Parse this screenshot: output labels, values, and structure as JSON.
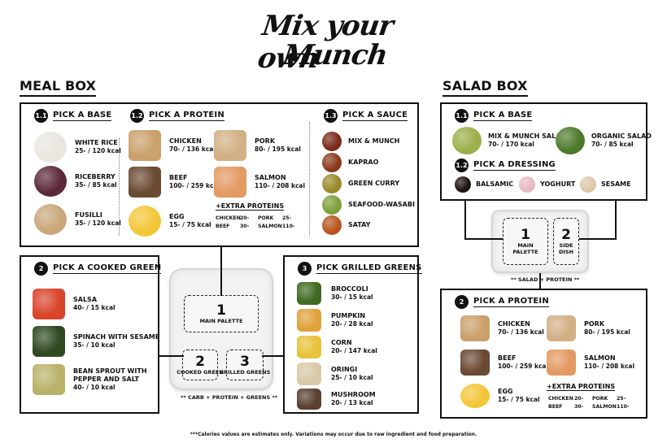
{
  "logo": {
    "line1": "Mix your own",
    "line2": "Munch"
  },
  "meal_box": {
    "title": "MEAL BOX",
    "base": {
      "step": "1.1",
      "title": "PICK A BASE",
      "items": [
        {
          "name": "WHITE RICE",
          "kcal": "25- / 120 kcal",
          "color": "#e9e6df"
        },
        {
          "name": "RICEBERRY",
          "kcal": "35- / 85 kcal",
          "color": "#5b2838"
        },
        {
          "name": "FUSILLI",
          "kcal": "35- / 120 kcal",
          "color": "#c9a77a"
        }
      ]
    },
    "protein": {
      "step": "1.2",
      "title": "PICK A PROTEIN",
      "items": [
        {
          "name": "CHICKEN",
          "kcal": "70- / 136 kcal",
          "color": "#caa06b"
        },
        {
          "name": "PORK",
          "kcal": "80- / 195 kcal",
          "color": "#d2b085"
        },
        {
          "name": "BEEF",
          "kcal": "100- / 259 kcal",
          "color": "#6b4a33"
        },
        {
          "name": "SALMON",
          "kcal": "110- / 208 kcal",
          "color": "#e39a62"
        },
        {
          "name": "EGG",
          "kcal": "15- / 75 kcal",
          "color": "#f3c638"
        }
      ],
      "extra_title": "+EXTRA PROTEINS",
      "extras": [
        [
          "CHICKEN",
          "20-",
          "PORK",
          "25-"
        ],
        [
          "BEEF",
          "30-",
          "SALMON",
          "110-"
        ]
      ]
    },
    "sauce": {
      "step": "1.3",
      "title": "PICK A SAUCE",
      "items": [
        {
          "name": "MIX & MUNCH",
          "color": "#7a2a1a"
        },
        {
          "name": "KAPRAO",
          "color": "#8a3a1c"
        },
        {
          "name": "GREEN CURRY",
          "color": "#9a8a2a"
        },
        {
          "name": "SEAFOOD-WASABI",
          "color": "#7ea03a"
        },
        {
          "name": "SATAY",
          "color": "#b8541e"
        }
      ]
    },
    "cooked_green": {
      "step": "2",
      "title": "PICK A COOKED GREEN",
      "items": [
        {
          "name": "SALSA",
          "kcal": "40- / 15 kcal",
          "color": "#d9452b"
        },
        {
          "name": "SPINACH WITH SESAME",
          "kcal": "35- / 10 kcal",
          "color": "#2f4a22"
        },
        {
          "name": "BEAN SPROUT WITH",
          "name2": "PEPPER AND SALT",
          "kcal": "40- / 10 kcal",
          "color": "#b9b26a"
        }
      ]
    },
    "grilled": {
      "step": "3",
      "title": "PICK GRILLED GREENS",
      "items": [
        {
          "name": "BROCCOLI",
          "kcal": "30- / 15 kcal",
          "color": "#3f6a22"
        },
        {
          "name": "PUMPKIN",
          "kcal": "20- / 28 kcal",
          "color": "#e0a23a"
        },
        {
          "name": "CORN",
          "kcal": "20- / 147 kcal",
          "color": "#e8c23a"
        },
        {
          "name": "ORINGI",
          "kcal": "25- / 10 kcal",
          "color": "#d8c9a8"
        },
        {
          "name": "MUSHROOM",
          "kcal": "20- / 13 kcal",
          "color": "#5a4030"
        }
      ]
    },
    "tray": {
      "c1_num": "1",
      "c1_label": "MAIN PALETTE",
      "c2_num": "2",
      "c2_label": "COOKED GREEN",
      "c3_num": "3",
      "c3_label": "GRILLED GREENS",
      "caption": "** CARB + PROTEIN + GREENS **"
    }
  },
  "salad_box": {
    "title": "SALAD BOX",
    "base": {
      "step": "1.1",
      "title": "PICK A BASE",
      "items": [
        {
          "name": "MIX & MUNCH SALAD",
          "kcal": "70- / 170 kcal",
          "color": "#9bb04a"
        },
        {
          "name": "ORGANIC SALAD",
          "kcal": "70- / 85 kcal",
          "color": "#4c7a2a"
        }
      ]
    },
    "dressing": {
      "step": "1.2",
      "title": "PICK A DRESSING",
      "items": [
        {
          "name": "BALSAMIC",
          "color": "#1e1414"
        },
        {
          "name": "YOGHURT",
          "color": "#e7b9c4"
        },
        {
          "name": "SESAME",
          "color": "#dcc7a8"
        }
      ]
    },
    "tray": {
      "c1_num": "1",
      "c1_label1": "MAIN",
      "c1_label2": "PALETTE",
      "c2_num": "2",
      "c2_label1": "SIDE",
      "c2_label2": "DISH",
      "caption": "** SALAD + PROTEIN **"
    },
    "protein": {
      "step": "2",
      "title": "PICK A PROTEIN",
      "items": [
        {
          "name": "CHICKEN",
          "kcal": "70- / 136 kcal",
          "color": "#caa06b"
        },
        {
          "name": "PORK",
          "kcal": "80- / 195 kcal",
          "color": "#d2b085"
        },
        {
          "name": "BEEF",
          "kcal": "100- / 259 kcal",
          "color": "#6b4a33"
        },
        {
          "name": "SALMON",
          "kcal": "110- / 208 kcal",
          "color": "#e39a62"
        },
        {
          "name": "EGG",
          "kcal": "15- / 75 kcal",
          "color": "#f3c638"
        }
      ],
      "extra_title": "+EXTRA PROTEINS",
      "extras": [
        [
          "CHICKEN",
          "20-",
          "PORK",
          "25-"
        ],
        [
          "BEEF",
          "30-",
          "SALMON",
          "110-"
        ]
      ]
    }
  },
  "footnote": "***Calories values are estimates only. Variations may occur due to raw ingredient and food preparation."
}
